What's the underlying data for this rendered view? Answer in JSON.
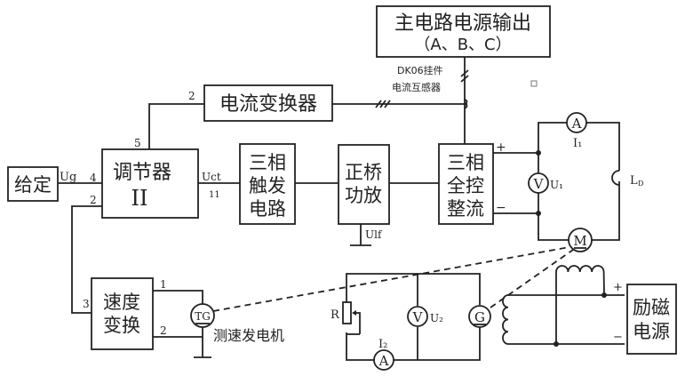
{
  "diagram": {
    "blocks": {
      "main_power": {
        "line1": "主电路电源输出",
        "line2": "（A、B、C）"
      },
      "current_transformer_box": "电流变换器",
      "setpoint": "给定",
      "regulator": {
        "line1": "调节器",
        "line2": "II"
      },
      "trigger": {
        "line1": "三相",
        "line2": "触发",
        "line3": "电路"
      },
      "bridge_amp": {
        "line1": "正桥",
        "line2": "功放"
      },
      "rectifier": {
        "line1": "三相",
        "line2": "全控",
        "line3": "整流"
      },
      "speed_conv": {
        "line1": "速度",
        "line2": "变换"
      },
      "excitation": {
        "line1": "励磁",
        "line2": "电源"
      }
    },
    "labels": {
      "dk06_line1": "DK06挂件",
      "dk06_line2": "电流互感器",
      "ug": "Ug",
      "uct": "Uct",
      "uct_pin": "11",
      "ulf": "Ulf",
      "pin_4": "4",
      "pin_2_reg": "2",
      "pin_5": "5",
      "pin_2_ct": "2",
      "pin_3": "3",
      "pin_1_sc": "1",
      "pin_2_sc": "2",
      "plus_rect": "+",
      "minus_rect": "−",
      "plus_exc": "+",
      "minus_exc": "−",
      "i1": "I₁",
      "u1": "U₁",
      "ld": "L",
      "ld_sub": "D",
      "i2": "I₂",
      "u2": "U₂",
      "r": "R",
      "tacho": "测速发电机"
    },
    "meters": {
      "ammeter1": "A",
      "voltmeter1": "V",
      "motor": "M",
      "tacho": "TG",
      "voltmeter2": "V",
      "ammeter2": "A",
      "generator": "G"
    }
  }
}
